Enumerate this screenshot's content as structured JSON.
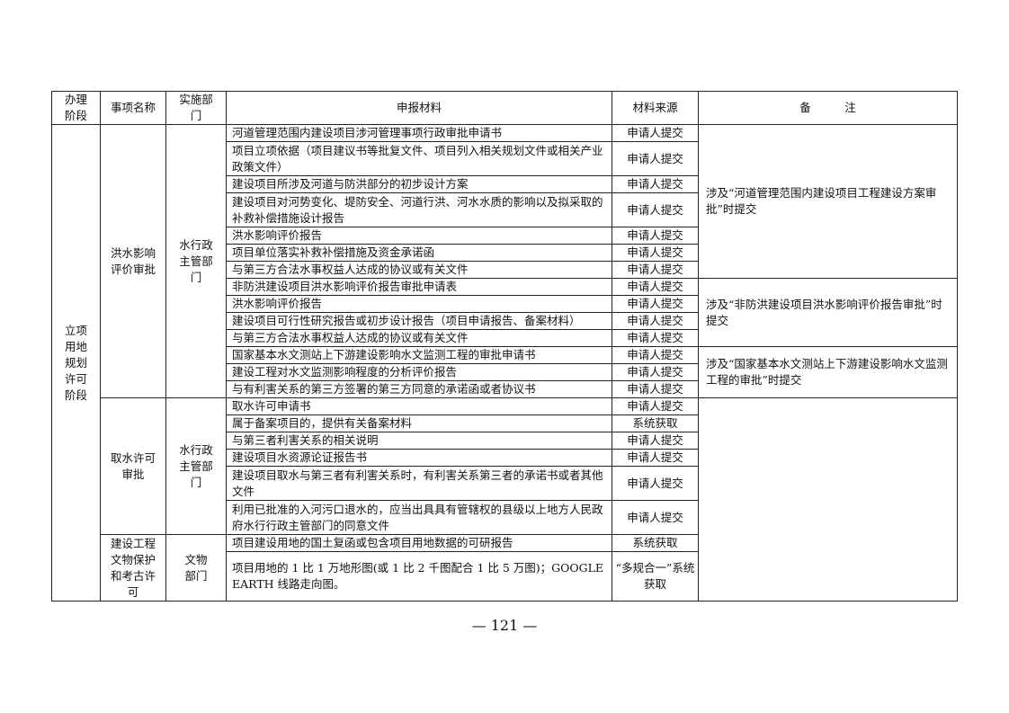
{
  "headers": [
    "办理阶段",
    "事项名称",
    "实施部门",
    "申报材料",
    "材料来源",
    "备　　　注"
  ],
  "stage": "立项用地规划许可阶段",
  "items": [
    {
      "name": "洪水影响评价审批",
      "dept": "水行政主管部门"
    },
    {
      "name": "取水许可审批",
      "dept": "水行政主管部门"
    },
    {
      "name": "建设工程文物保护和考古许可",
      "dept": "文物部门"
    }
  ],
  "rows": [
    {
      "material": "河道管理范围内建设项目涉河管理事项行政审批申请书",
      "source": "申请人提交"
    },
    {
      "material": "项目立项依据（项目建议书等批复文件、项目列入相关规划文件或相关产业政策文件）",
      "source": "申请人提交"
    },
    {
      "material": "建设项目所涉及河道与防洪部分的初步设计方案",
      "source": "申请人提交"
    },
    {
      "material": "建设项目对河势变化、堤防安全、河道行洪、河水水质的影响以及拟采取的补救补偿措施设计报告",
      "source": "申请人提交"
    },
    {
      "material": "洪水影响评价报告",
      "source": "申请人提交"
    },
    {
      "material": "项目单位落实补救补偿措施及资金承诺函",
      "source": "申请人提交"
    },
    {
      "material": "与第三方合法水事权益人达成的协议或有关文件",
      "source": "申请人提交"
    },
    {
      "material": "非防洪建设项目洪水影响评价报告审批申请表",
      "source": "申请人提交"
    },
    {
      "material": "洪水影响评价报告",
      "source": "申请人提交"
    },
    {
      "material": "建设项目可行性研究报告或初步设计报告（项目申请报告、备案材料）",
      "source": "申请人提交"
    },
    {
      "material": "与第三方合法水事权益人达成的协议或有关文件",
      "source": "申请人提交"
    },
    {
      "material": "国家基本水文测站上下游建设影响水文监测工程的审批申请书",
      "source": "申请人提交"
    },
    {
      "material": "建设工程对水文监测影响程度的分析评价报告",
      "source": "申请人提交"
    },
    {
      "material": "与有利害关系的第三方签署的第三方同意的承诺函或者协议书",
      "source": "申请人提交"
    },
    {
      "material": "取水许可申请书",
      "source": "申请人提交"
    },
    {
      "material": "属于备案项目的，提供有关备案材料",
      "source": "系统获取"
    },
    {
      "material": "与第三者利害关系的相关说明",
      "source": "申请人提交"
    },
    {
      "material": "建设项目水资源论证报告书",
      "source": "申请人提交"
    },
    {
      "material": "建设项目取水与第三者有利害关系时，有利害关系第三者的承诺书或者其他文件",
      "source": "申请人提交"
    },
    {
      "material": "利用已批准的入河污口退水的，应当出具具有管辖权的县级以上地方人民政府水行行政主管部门的同意文件",
      "source": "申请人提交"
    },
    {
      "material": "项目建设用地的国土复函或包含项目用地数据的可研报告",
      "source": "系统获取"
    },
    {
      "material": "项目用地的 1 比 1 万地形图(或 1 比 2 千图配合 1 比 5 万图)；GOOGLE EARTH 线路走向图。",
      "source": "“多规合一”系统获取"
    }
  ],
  "remarks": [
    "涉及“河道管理范围内建设项目工程建设方案审批”时提交",
    "涉及“非防洪建设项目洪水影响评价报告审批”时提交",
    "涉及“国家基本水文测站上下游建设影响水文监测工程的审批”时提交"
  ],
  "page_number": "— 121 —"
}
